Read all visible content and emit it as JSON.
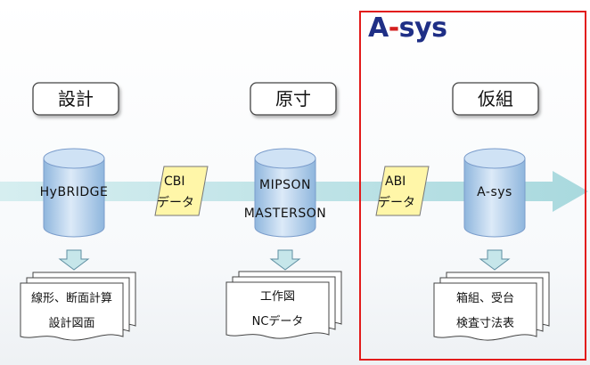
{
  "logo": {
    "prefix": "A",
    "dash": "-",
    "suffix": "sys"
  },
  "stages": [
    {
      "header": "設計",
      "system": [
        "HyBRIDGE"
      ],
      "docs": [
        "線形、断面計算",
        "設計図面"
      ]
    },
    {
      "header": "原寸",
      "system": [
        "MIPSON",
        "MASTERSON"
      ],
      "docs": [
        "工作図",
        "NCデータ"
      ]
    },
    {
      "header": "仮組",
      "system": [
        "A-sys"
      ],
      "docs": [
        "箱組、受台",
        "検査寸法表"
      ]
    }
  ],
  "interchange": [
    {
      "code": "CBI",
      "label": "データ"
    },
    {
      "code": "ABI",
      "label": "データ"
    }
  ],
  "colors": {
    "flow_arrow": "#c6e6ea",
    "cylinder": "#b9d6f2",
    "parallelogram": "#fff6a8",
    "highlight_border": "#e21b1b",
    "logo_blue": "#1f2f86",
    "logo_red": "#d41f1f"
  }
}
